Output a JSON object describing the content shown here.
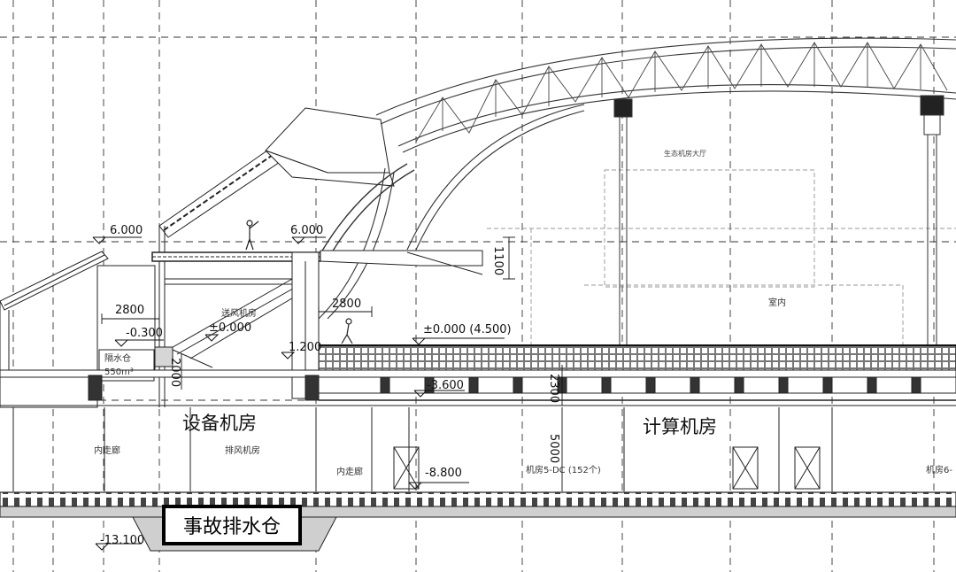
{
  "levels": {
    "roof_left": "6.000",
    "roof_mid": "6.000",
    "upper_floor": "-0.300",
    "fan_floor": "±0.000",
    "ground": "±0.000 (4.500)",
    "lower_slab": "-3.600",
    "basement": "-8.800",
    "pit_bottom": "-13.100",
    "parapet": "1.200"
  },
  "dimensions": {
    "span_left": "2800",
    "span_right": "2800",
    "rail_height": "1100",
    "slab_depth": "2300",
    "basement_height": "5000",
    "tank_height": "2000"
  },
  "rooms": {
    "equipment_room": "设备机房",
    "computing_room": "计算机房",
    "emergency_tank": "事故排水仓",
    "inner_corridor_left": "内走廊",
    "exhaust_room": "排风机房",
    "inner_corridor_mid": "内走廊",
    "machine_room_a": "机房5-DC (152个)",
    "machine_room_b": "机房6-",
    "fan_room_upper": "送风机房",
    "water_tank": "隔水仓",
    "water_tank_area": "550m³",
    "ecological_hall": "生态机房大厅",
    "indoor": "室内"
  }
}
